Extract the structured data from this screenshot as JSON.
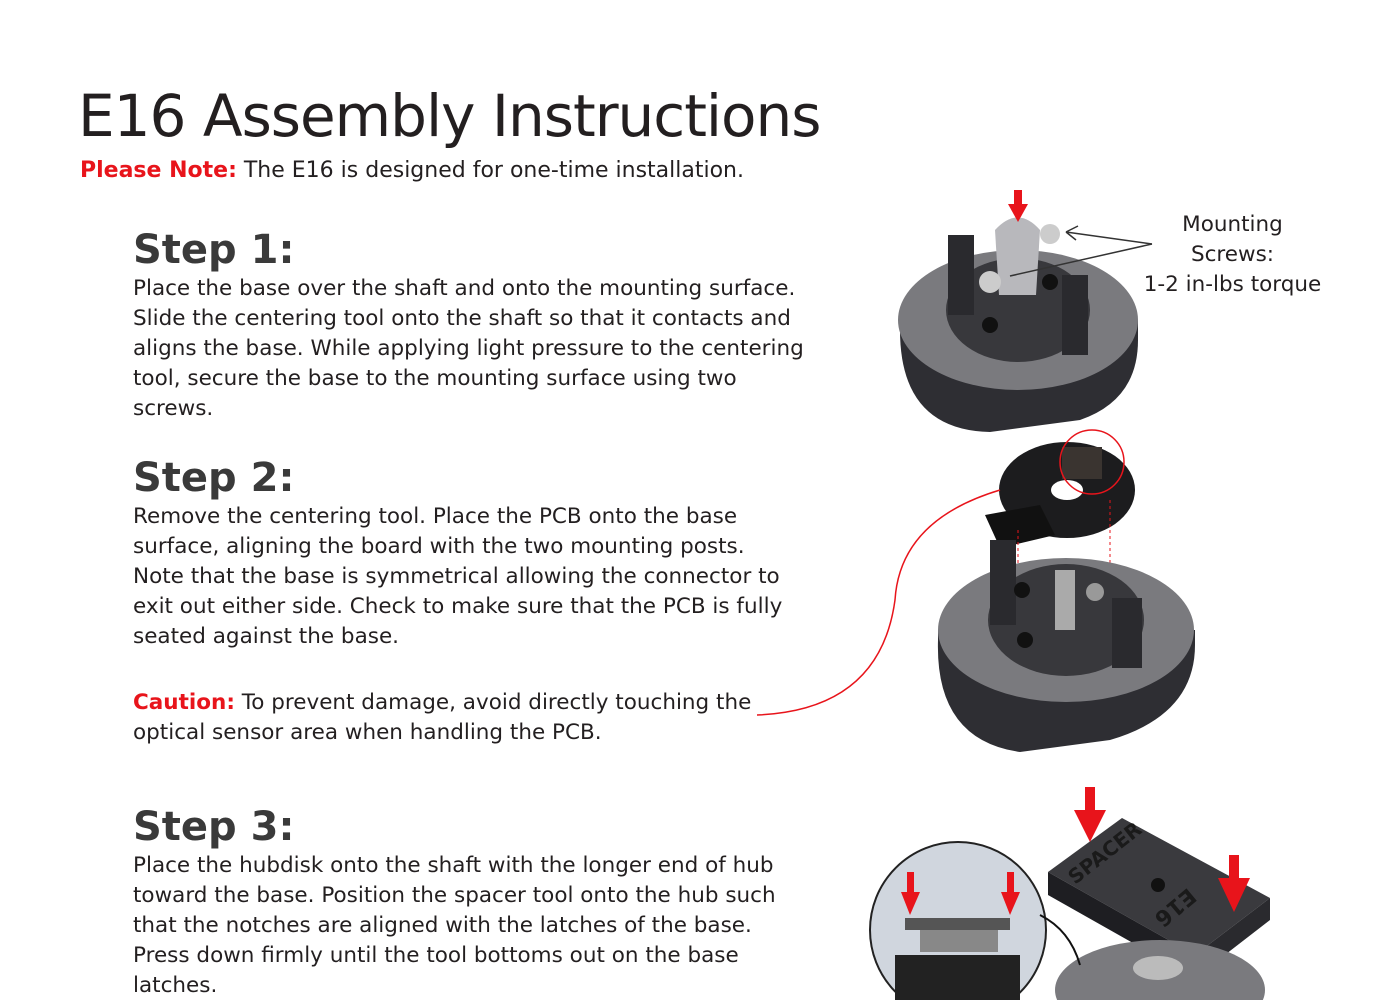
{
  "title": "E16 Assembly Instructions",
  "note": {
    "label": "Please Note:",
    "text": " The E16 is designed for one-time installation."
  },
  "steps": [
    {
      "heading": "Step 1:",
      "text": "Place the base over the shaft and onto the mounting surface. Slide the centering tool onto the shaft so that it contacts and aligns the base. While applying light pressure to the centering tool, secure the base to the mounting surface using two screws."
    },
    {
      "heading": "Step 2:",
      "text": "Remove the centering tool. Place the PCB onto the base surface, aligning the board with the two mounting posts. Note that the base is symmetrical allowing the connector to exit out either side. Check to make sure that the PCB is fully seated against the base."
    },
    {
      "heading": "Step 3:",
      "text": "Place the hubdisk onto the shaft with the longer end of hub toward the base. Position the spacer tool onto the hub such that the notches are aligned with the latches of the base. Press down firmly until the tool bottoms out on the base latches."
    }
  ],
  "caution": {
    "label": "Caution:",
    "text": " To prevent damage, avoid directly touching the optical sensor area when handling the PCB."
  },
  "figure_labels": {
    "line1": "Mounting",
    "line2": "Screws:",
    "line3": "1-2 in-lbs torque",
    "spacer_text": "SPACER",
    "model_text": "E16"
  },
  "colors": {
    "accent": "#e8141b",
    "text": "#231f20"
  }
}
